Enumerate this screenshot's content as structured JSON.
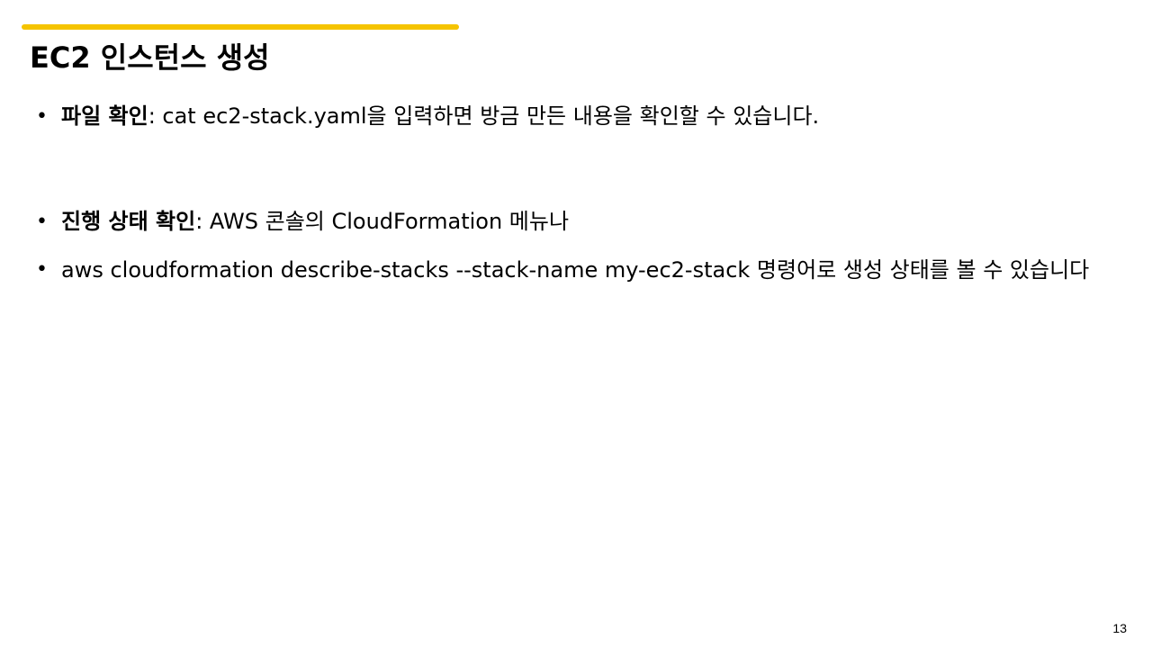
{
  "slide": {
    "title": "EC2 인스턴스 생성",
    "accent_color": "#f5c400",
    "page_number": "13",
    "bullet_glyph": "•",
    "bullets": [
      {
        "term": "파일 확인",
        "text": ": cat ec2-stack.yaml을 입력하면 방금 만든 내용을 확인할 수 있습니다."
      },
      {
        "term": "진행 상태 확인",
        "text": ": AWS 콘솔의 CloudFormation 메뉴나"
      },
      {
        "term": "",
        "text": "aws cloudformation describe-stacks --stack-name my-ec2-stack 명령어로 생성 상태를 볼 수 있습니다"
      }
    ]
  }
}
